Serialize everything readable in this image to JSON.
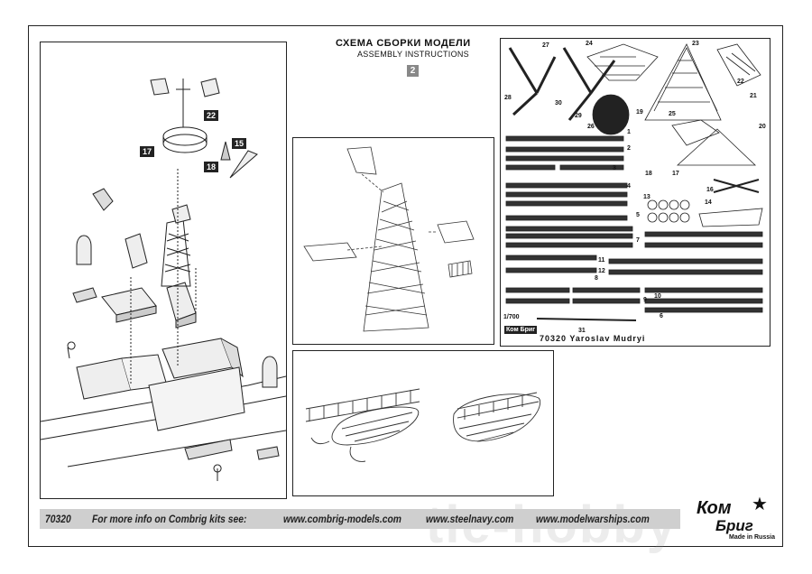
{
  "header": {
    "title_ru": "СХЕМА СБОРКИ МОДЕЛИ",
    "title_en": "ASSEMBLY INSTRUCTIONS",
    "step": "2"
  },
  "callouts": [
    "22",
    "17",
    "15",
    "18"
  ],
  "photoetch": {
    "sheet_title": "70320 Yaroslav Mudryi",
    "scale": "1/700",
    "logo_text": "Ком Бриг",
    "part_numbers": [
      "27",
      "24",
      "23",
      "28",
      "29",
      "30",
      "26",
      "19",
      "25",
      "22",
      "21",
      "20",
      "1",
      "2",
      "18",
      "17",
      "3",
      "16",
      "4",
      "13",
      "14",
      "5",
      "6",
      "7",
      "11",
      "12",
      "8",
      "9",
      "10",
      "31"
    ]
  },
  "footer": {
    "kit_number": "70320",
    "info_text": "For more info on Combrig kits see:",
    "url1": "www.combrig-models.com",
    "url2": "www.steelnavy.com",
    "url3": "www.modelwarships.com"
  },
  "brand": {
    "line1": "Ком",
    "line2": "Бриг",
    "made_in": "Made in Russia"
  },
  "watermark": "tie-hobby"
}
